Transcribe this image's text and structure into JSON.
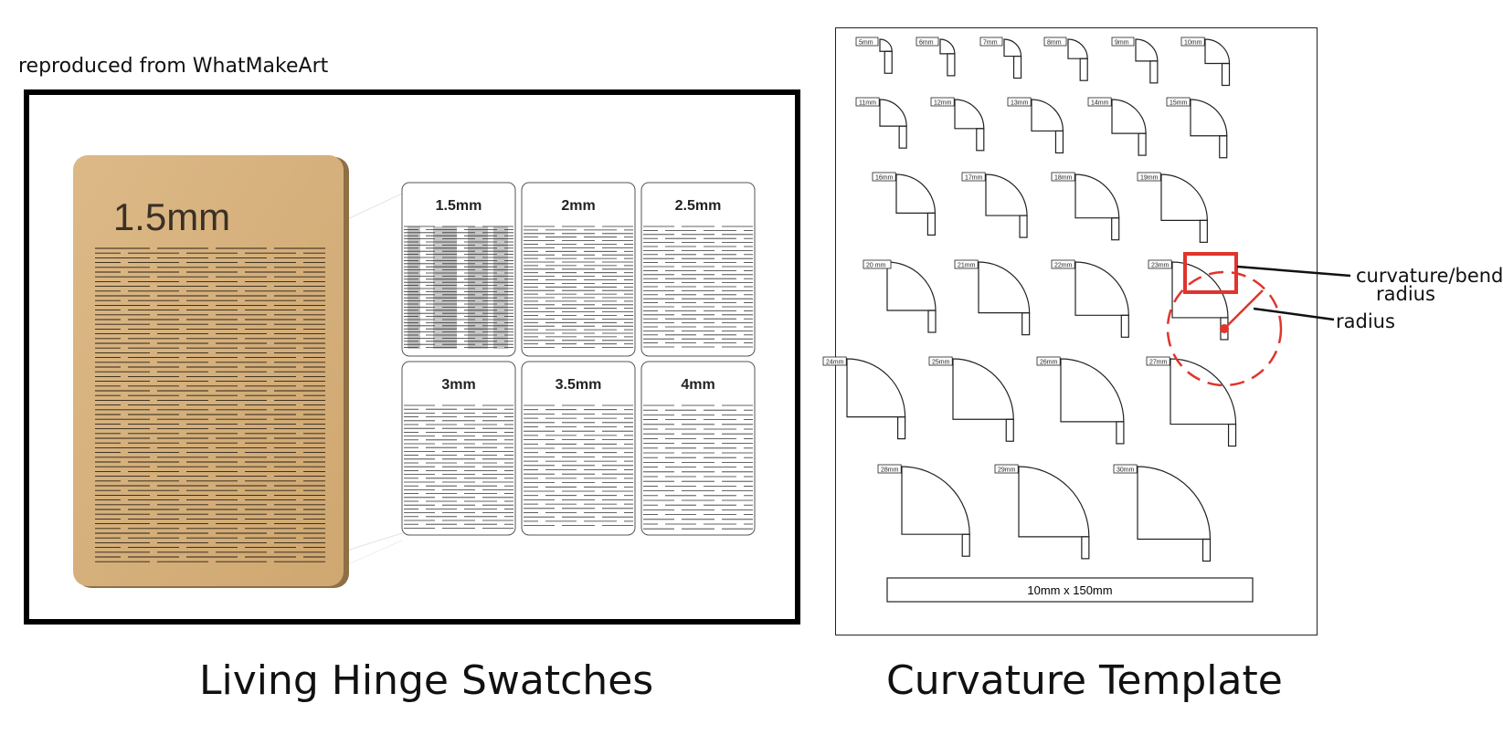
{
  "credit": "reproduced from WhatMakeArt",
  "captions": {
    "left": "Living Hinge Swatches",
    "right": "Curvature Template"
  },
  "big_swatch": {
    "label": "1.5mm",
    "color": "#d6b27c"
  },
  "swatches": [
    {
      "label": "1.5mm",
      "shaded": true
    },
    {
      "label": "2mm",
      "shaded": false
    },
    {
      "label": "2.5mm",
      "shaded": false
    },
    {
      "label": "3mm",
      "shaded": false
    },
    {
      "label": "3.5mm",
      "shaded": false
    },
    {
      "label": "4mm",
      "shaded": false
    }
  ],
  "template": {
    "rows": [
      [
        "5mm",
        "6mm",
        "7mm",
        "8mm",
        "9mm",
        "10mm"
      ],
      [
        "11mm",
        "12mm",
        "13mm",
        "14mm",
        "15mm"
      ],
      [
        "16mm",
        "17mm",
        "18mm",
        "19mm"
      ],
      [
        "20 mm",
        "21mm",
        "22mm",
        "23mm"
      ],
      [
        "24mm",
        "25mm",
        "26mm",
        "27mm"
      ],
      [
        "28mm",
        "29mm",
        "30mm"
      ]
    ],
    "strip_label": "10mm x 150mm"
  },
  "annotations": {
    "bend": "curvature/bend",
    "bend_line2": "radius",
    "radius": "radius",
    "highlight_color": "#e0342c"
  }
}
